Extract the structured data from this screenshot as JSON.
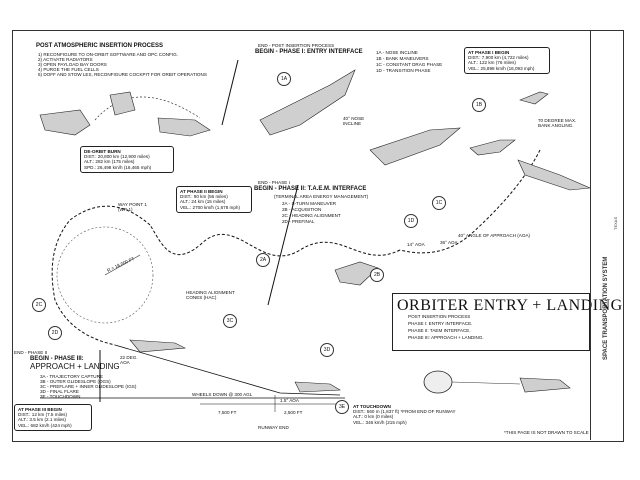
{
  "post_atmospheric": {
    "title": "POST ATMOSPHERIC INSERTION PROCESS",
    "steps": [
      "1) RECONFIGURE TO ON-ORBIT SOFTWARE AND OPC CONFIG.",
      "2) ACTIVATE RADIATORS",
      "3) OPEN PAYLOAD BAY DOORS",
      "4) PURGE THE FUEL CELLS",
      "5) DOFF AND STOW LES, RECONFIGURE COCKPIT FOR ORBIT OPERATIONS"
    ]
  },
  "deorbit": {
    "title": "DE-ORBIT BURN",
    "lines": [
      "DIST.: 20,800 km (12,900 miles)",
      "ALT.: 282 km (175 miles)",
      "SPD.: 26,498 km/h (16,465 mph)"
    ]
  },
  "phase1_header": {
    "end": "END - POST INSERTION PROCESS",
    "begin": "BEGIN - PHASE I: ENTRY INTERFACE"
  },
  "phase1_steps": [
    "1A - NOSE INCLINE",
    "1B - BANK MANEUVERS",
    "1C - CONSTANT DRAG PHASE",
    "1D - TRANSITION PHASE"
  ],
  "phase1_begin": {
    "title": "AT PHASE I BEGIN",
    "lines": [
      "DIST.: 7,900 km (4,722 miles)",
      "ALT.: 122 km (76 miles)",
      "VEL.: 25,898 km/h (16,093 mph)"
    ]
  },
  "labels": {
    "nose_incline": "40° NOSE\nINCLINE",
    "bank": "70 DEGREE MAX.\nBANK ANGLING.",
    "aoa40": "40° ANGLE OF APPROACH (AOA)",
    "aoa36": "36° AOA",
    "aoa14": "14° AOA",
    "waypoint": "WAY POINT 1\n(WP-1)",
    "radius": "R = 18,000 FT",
    "hac": "HEADING ALIGNMENT\nCONES (HAC)",
    "aoa22": "22 DEG.\nAOA",
    "aoa15": "1.5° AOA",
    "wheels": "WHEELS DOWN @ 300 AGL",
    "dist1": "7,500 FT",
    "dist2": "2,500 FT",
    "runway": "RUNWAY END",
    "not_to_scale": "*THIS PAGE IS NOT DRAWN TO SCALE"
  },
  "phase2": {
    "begin_box": {
      "title": "AT PHASE II BEGIN",
      "lines": [
        "DIST.: 90 km (56 miles)",
        "ALT.: 24 km (15 miles)",
        "VEL.: 2700 km/h (1,678 mph)"
      ]
    },
    "header_end": "END - PHASE I",
    "header_begin": "BEGIN - PHASE II: T.A.E.M. INTERFACE",
    "header_sub": "(TERMINAL AREA ENERGY MANAGEMENT)",
    "steps": [
      "2A - S-TURN MANEUVER",
      "2B - ACQUISITION",
      "2C - HEADING ALIGNMENT",
      "2D - PREFINAL"
    ]
  },
  "phase3": {
    "end": "END - PHASE II",
    "begin": "BEGIN - PHASE III:",
    "name": "APPROACH + LANDING",
    "steps": [
      "3A - TRAJECTORY CAPTURE",
      "3B - OUTER GLIDESLOPE (OGS)",
      "3C - PREFLARE + INNER GLIDESLOPE (IGS)",
      "3D - FINAL FLARE",
      "3E - TOUCHDOWN"
    ],
    "begin_box": {
      "title": "AT PHASE III BEGIN",
      "lines": [
        "DIST.: 12 km (7.5 miles)",
        "ALT.: 3.5 km (2.1 miles)",
        "VEL.: 682 km/h (424 mph)"
      ]
    },
    "touchdown_box": {
      "title": "AT TOUCHDOWN",
      "lines": [
        "DIST.: 560 m (1,837 ft) *FROM END OF RUNWAY",
        "ALT.: 0 km (0 miles)",
        "VEL.: 346 km/h (215 mph)"
      ]
    }
  },
  "main_title": "ORBITER ENTRY + LANDING",
  "legend": [
    "POST INSERTION PROCESS",
    "PHASE I: ENTRY INTERFACE.",
    "PHASE II: TAEM INTERFACE.",
    "PHASE III: APPROACH + LANDING."
  ],
  "markers": [
    "1A",
    "1B",
    "1C",
    "1D",
    "2A",
    "2B",
    "2C",
    "2D",
    "3C",
    "3D",
    "3E"
  ],
  "titleblock": {
    "system": "SPACE TRANSPORTATION SYSTEM",
    "code": "TEXAS"
  }
}
